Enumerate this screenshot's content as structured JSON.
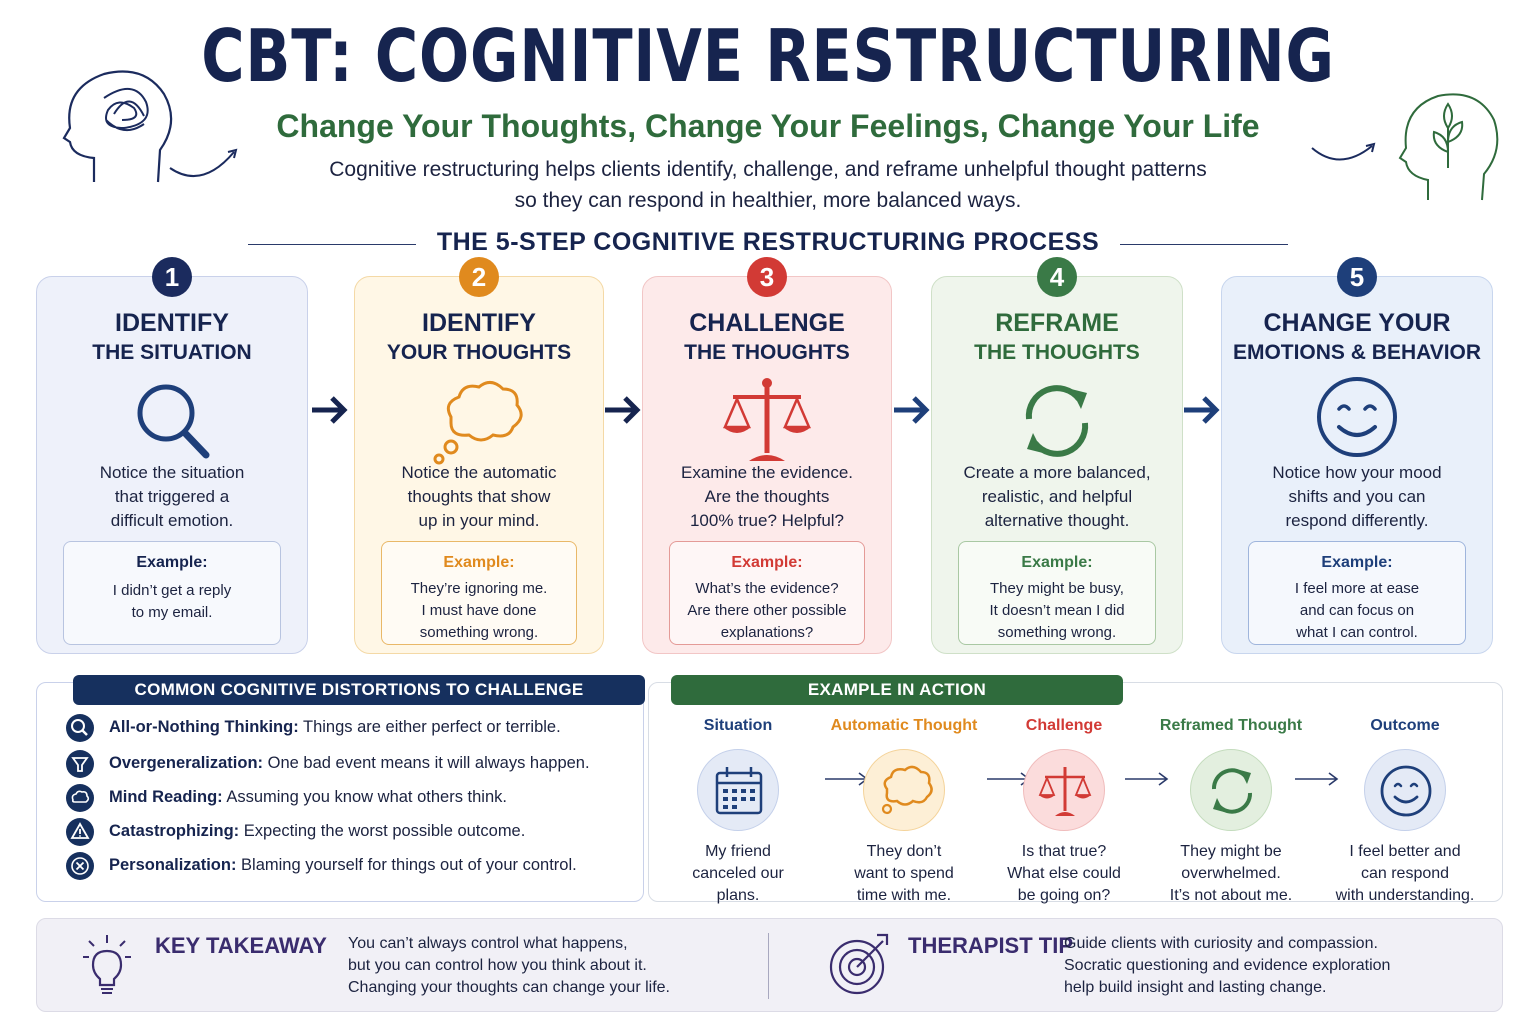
{
  "header": {
    "title": "CBT: COGNITIVE RESTRUCTURING",
    "subtitle": "Change Your Thoughts, Change Your Feelings, Change Your Life",
    "intro_line1": "Cognitive restructuring helps clients identify, challenge, and reframe unhelpful thought patterns",
    "intro_line2": "so they can respond in healthier, more balanced ways."
  },
  "process": {
    "heading": "THE 5-STEP COGNITIVE RESTRUCTURING PROCESS",
    "steps": [
      {
        "number": "1",
        "title1": "IDENTIFY",
        "title2": "THE SITUATION",
        "icon": "magnifier-icon",
        "color": "#1b2b5e",
        "desc": [
          "Notice the situation",
          "that triggered a",
          "difficult emotion."
        ],
        "example_label": "Example:",
        "example": [
          "I didn’t get a reply",
          "to my email."
        ]
      },
      {
        "number": "2",
        "title1": "IDENTIFY",
        "title2": "YOUR THOUGHTS",
        "icon": "thought-cloud-icon",
        "color": "#e08a1e",
        "desc": [
          "Notice the automatic",
          "thoughts that show",
          "up in your mind."
        ],
        "example_label": "Example:",
        "example": [
          "They’re ignoring me.",
          "I must have done",
          "something wrong."
        ]
      },
      {
        "number": "3",
        "title1": "CHALLENGE",
        "title2": "THE THOUGHTS",
        "icon": "scale-icon",
        "color": "#d23a35",
        "desc": [
          "Examine the evidence.",
          "Are the thoughts",
          "100% true? Helpful?"
        ],
        "example_label": "Example:",
        "example": [
          "What’s the evidence?",
          "Are there other possible",
          "explanations?"
        ]
      },
      {
        "number": "4",
        "title1": "REFRAME",
        "title2": "THE THOUGHTS",
        "icon": "cycle-arrows-icon",
        "color": "#3a7a47",
        "desc": [
          "Create a more balanced,",
          "realistic, and helpful",
          "alternative thought."
        ],
        "example_label": "Example:",
        "example": [
          "They might be busy,",
          "It doesn’t mean I did",
          "something wrong."
        ]
      },
      {
        "number": "5",
        "title1": "CHANGE YOUR",
        "title2": "EMOTIONS & BEHAVIOR",
        "icon": "smiley-icon",
        "color": "#1e3f7a",
        "desc": [
          "Notice how your mood",
          "shifts and you can",
          "respond differently."
        ],
        "example_label": "Example:",
        "example": [
          "I feel more at ease",
          "and can focus on",
          "what I can control."
        ]
      }
    ]
  },
  "distortions": {
    "heading": "COMMON COGNITIVE DISTORTIONS TO CHALLENGE",
    "items": [
      {
        "term": "All-or-Nothing Thinking:",
        "text": " Things are either perfect or terrible.",
        "icon": "search-circle-icon"
      },
      {
        "term": "Overgeneralization:",
        "text": " One bad event means it will always happen.",
        "icon": "funnel-icon"
      },
      {
        "term": "Mind Reading:",
        "text": " Assuming you know what others think.",
        "icon": "cloud-circle-icon"
      },
      {
        "term": "Catastrophizing:",
        "text": " Expecting the worst possible outcome.",
        "icon": "warning-icon"
      },
      {
        "term": "Personalization:",
        "text": " Blaming yourself for things out of your control.",
        "icon": "x-circle-icon"
      }
    ]
  },
  "example_in_action": {
    "heading": "EXAMPLE IN ACTION",
    "columns": [
      {
        "title": "Situation",
        "color": "#1e3f7a",
        "icon": "calendar-icon",
        "text": [
          "My friend",
          "canceled our",
          "plans."
        ]
      },
      {
        "title": "Automatic Thought",
        "color": "#e08a1e",
        "icon": "thought-cloud-icon",
        "text": [
          "They don’t",
          "want to spend",
          "time with me."
        ]
      },
      {
        "title": "Challenge",
        "color": "#d23a35",
        "icon": "scale-icon",
        "text": [
          "Is that true?",
          "What else could",
          "be going on?"
        ]
      },
      {
        "title": "Reframed Thought",
        "color": "#3a7a47",
        "icon": "cycle-arrows-icon",
        "text": [
          "They might be",
          "overwhelmed.",
          "It’s not about me."
        ]
      },
      {
        "title": "Outcome",
        "color": "#1e3f7a",
        "icon": "smiley-icon",
        "text": [
          "I feel better and",
          "can respond",
          "with understanding."
        ]
      }
    ]
  },
  "footer": {
    "takeaway_label": "KEY TAKEAWAY",
    "takeaway_text": [
      "You can’t always control what happens,",
      "but you can control how you think about it.",
      "Changing your thoughts can change your life."
    ],
    "tip_label": "THERAPIST TIP",
    "tip_text": [
      "Guide clients with curiosity and compassion.",
      "Socratic questioning and evidence exploration",
      "help build insight and lasting change."
    ]
  }
}
